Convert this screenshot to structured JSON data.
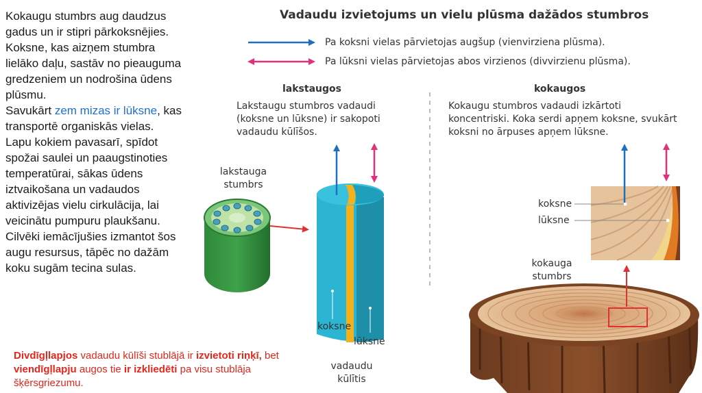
{
  "left_panel": {
    "p1": "Kokaugu stumbrs aug daudzus gadus un ir stipri pārkoksnējies. Koksne, kas aizņem stumbra lielāko daļu, sastāv no pieauguma gredzeniem un nodrošina ūdens plūsmu.",
    "p2_start": "Savukārt ",
    "p2_link": "zem mizas ir lūksne",
    "p2_end": ", kas transportē organiskās vielas.",
    "p3": "Lapu kokiem pavasarī, spīdot spožai saulei un paaugstinoties temperatūrai, sākas ūdens iztvaikošana un vadaudos aktivizējas vielu cirkulācija, lai veicinātu pumpuru plaukšanu.",
    "p4": "Cilvēki iemācījušies izmantot šos augu resursus, tāpēc no dažām koku sugām tecina sulas."
  },
  "bottom_note": {
    "b1": "Divdīgļlapjos",
    "t1": " vadaudu kūlīši stublājā ir ",
    "b2": "izvietoti riņķī,",
    "t2": " bet ",
    "b3": "viendīgļlapju",
    "t3": " augos tie ",
    "b4": "ir izkliedēti",
    "t4": " pa visu stublāja šķērsgriezumu."
  },
  "diagram": {
    "title": "Vadaudu izvietojums un vielu plūsma dažādos stumbros",
    "legend": {
      "xylem": "Pa koksni vielas pārvietojas augšup (vienvirziena plūsma).",
      "phloem": "Pa lūksni vielas pārvietojas abos virzienos (divvirzienu plūsma)."
    },
    "herb": {
      "heading": "lakstaugos",
      "description_lines": [
        "Lakstaugu stumbros vadaudi",
        "(koksne un lūksne) ir sakopoti",
        "vadaudu kūlīšos."
      ],
      "stem_label_lines": [
        "lakstauga",
        "stumbrs"
      ],
      "xylem_label": "koksne",
      "phloem_label": "lūksne",
      "bundle_label_lines": [
        "vadaudu",
        "kūlītis"
      ]
    },
    "tree": {
      "heading": "kokaugos",
      "description_lines": [
        "Kokaugu stumbros vadaudi izkārtoti",
        "koncentriski. Koka serdi apņem koksne, svukārt",
        "koksni no ārpuses apņem lūksne."
      ],
      "xylem_label": "koksne",
      "phloem_label": "lūksne",
      "stump_label_lines": [
        "kokauga",
        "stumbrs"
      ]
    }
  },
  "colors": {
    "xylem_arrow": "#1f6fc0",
    "phloem_arrow": "#e2307a",
    "indicator_red": "#e03030",
    "note_text": "#e1261c"
  }
}
